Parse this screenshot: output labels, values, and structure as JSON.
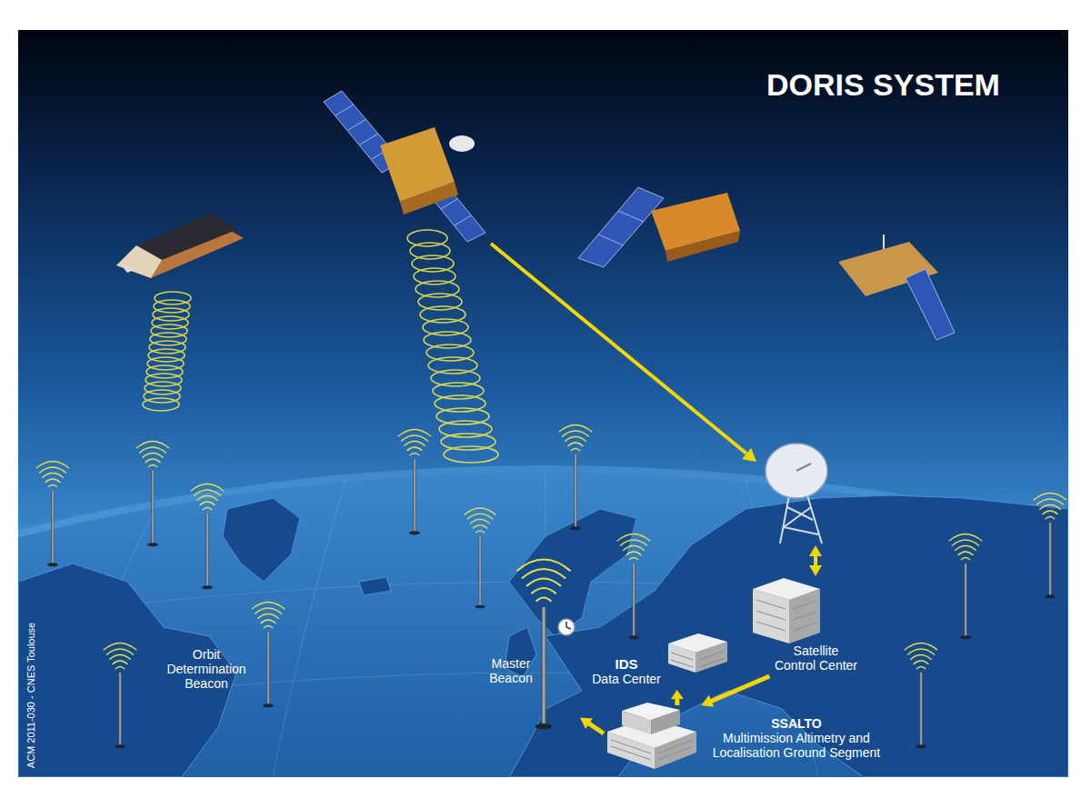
{
  "diagram": {
    "title": "DORIS SYSTEM",
    "nodes": [
      {
        "text": [
          "Orbit Determination Beacon"
        ]
      },
      {
        "text": [
          "Master Beacon"
        ]
      },
      {
        "text": [
          "IDS",
          "Data Center"
        ]
      },
      {
        "text": [
          "Satellite Control Center"
        ]
      },
      {
        "text": [
          "SSALTO",
          "Multimission Altimetry and Localisation Ground Segment"
        ]
      }
    ],
    "edges": [
      {
        "from": 3,
        "to": 4,
        "arrow": "to"
      },
      {
        "from": 4,
        "to": 2,
        "arrow": "to"
      },
      {
        "from": 4,
        "to": 1,
        "arrow": "to"
      }
    ],
    "labels": [
      "ACM 2011-030 - CNES Toulouse"
    ]
  }
}
